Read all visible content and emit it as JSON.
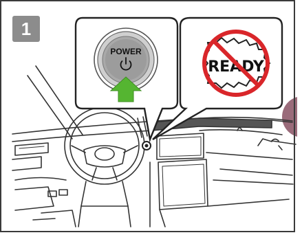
{
  "step": {
    "number": "1"
  },
  "power_button": {
    "label": "POWER",
    "symbol": "⏻"
  },
  "ready_indicator": {
    "text": "READY",
    "status": "not-shown"
  },
  "colors": {
    "arrow": "#55b531",
    "prohibition": "#d9262a",
    "badge": "#8c8c8c",
    "side_marker": "#9a6b7a"
  }
}
